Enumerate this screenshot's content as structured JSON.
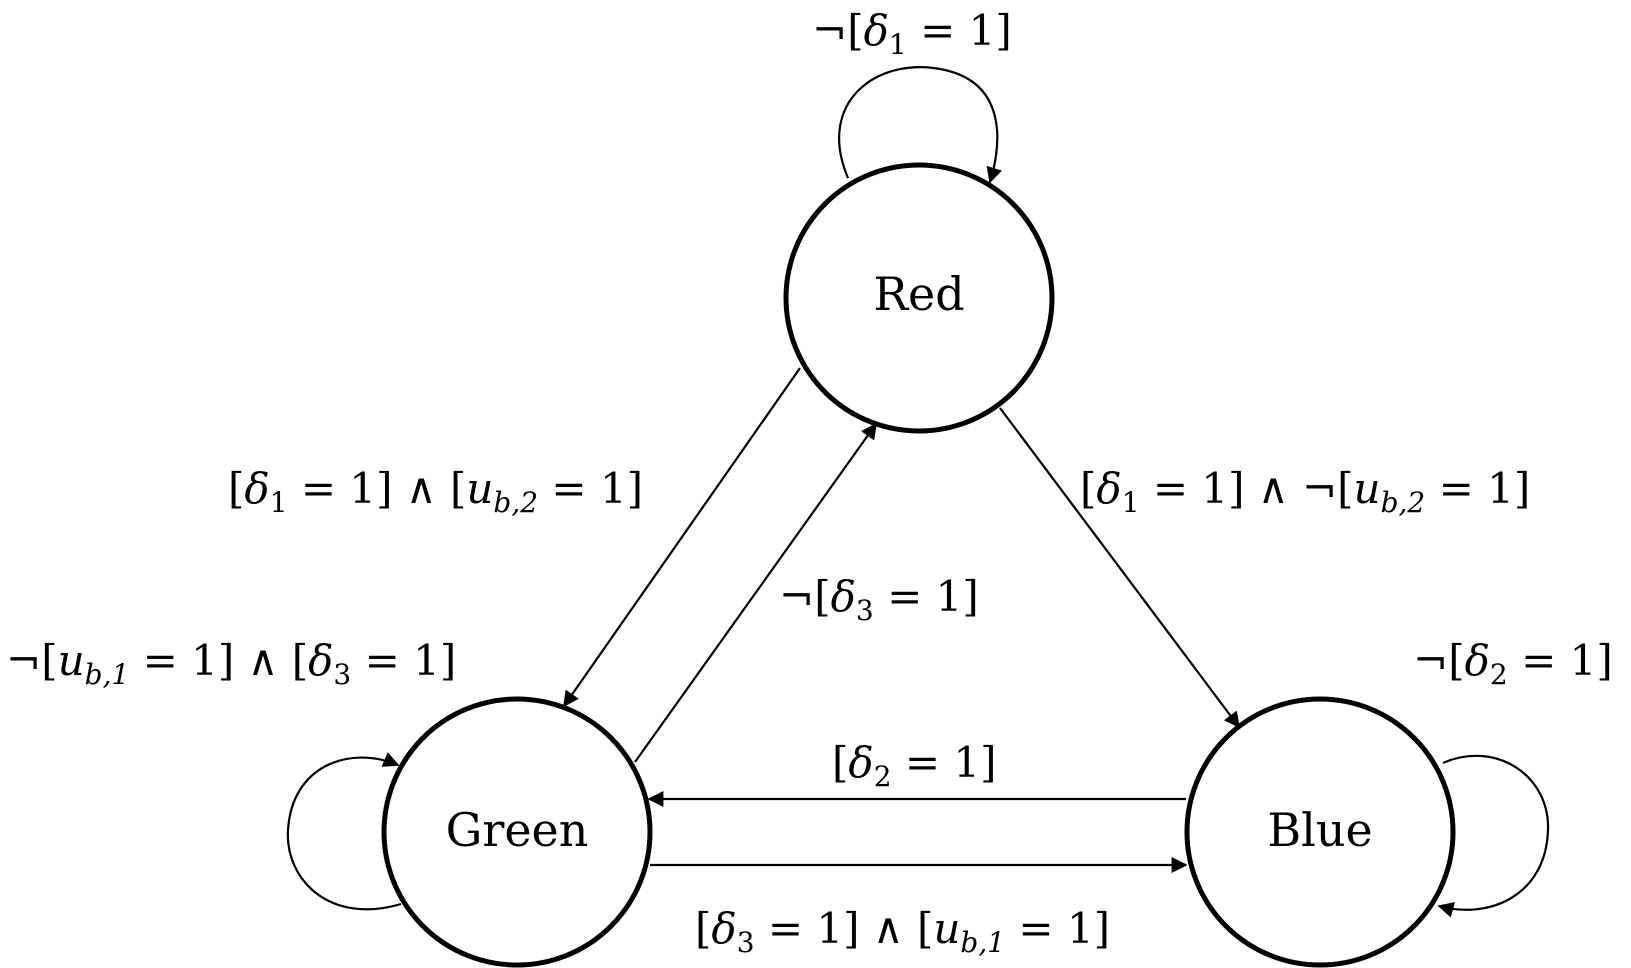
{
  "states": {
    "red": {
      "label": "Red"
    },
    "green": {
      "label": "Green"
    },
    "blue": {
      "label": "Blue"
    }
  },
  "transitions": {
    "red_self": {
      "neg": "¬",
      "open": "[",
      "var": "δ",
      "sub": "1",
      "rest": " = 1]"
    },
    "red_to_green": {
      "p1_open": "[",
      "p1_var": "δ",
      "p1_sub": "1",
      "p1_rest": " = 1] ∧ [",
      "p2_var": "u",
      "p2_sub": "b,2",
      "p2_rest": " = 1]"
    },
    "red_to_blue": {
      "p1_open": "[",
      "p1_var": "δ",
      "p1_sub": "1",
      "p1_rest": " = 1] ∧ ¬[",
      "p2_var": "u",
      "p2_sub": "b,2",
      "p2_rest": " = 1]"
    },
    "green_to_red": {
      "neg": "¬",
      "open": "[",
      "var": "δ",
      "sub": "3",
      "rest": " = 1]"
    },
    "green_self": {
      "p1_open": "¬[",
      "p1_var": "u",
      "p1_sub": "b,1",
      "p1_rest": " = 1] ∧ [",
      "p2_var": "δ",
      "p2_sub": "3",
      "p2_rest": " = 1]"
    },
    "blue_self": {
      "neg": "¬",
      "open": "[",
      "var": "δ",
      "sub": "2",
      "rest": " = 1]"
    },
    "blue_to_green": {
      "neg": "",
      "open": "[",
      "var": "δ",
      "sub": "2",
      "rest": " = 1]"
    },
    "green_to_blue": {
      "p1_open": "[",
      "p1_var": "δ",
      "p1_sub": "3",
      "p1_rest": " = 1] ∧ [",
      "p2_var": "u",
      "p2_sub": "b,1",
      "p2_rest": " = 1]"
    }
  }
}
